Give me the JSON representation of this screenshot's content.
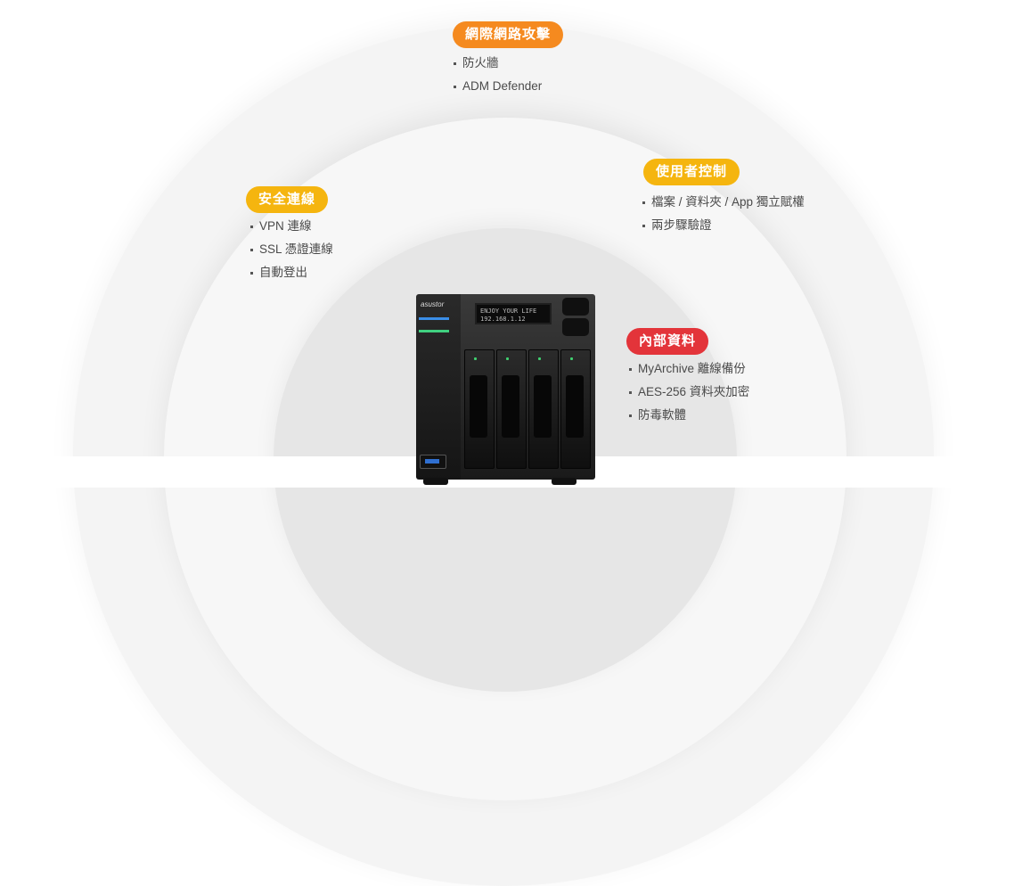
{
  "zones": {
    "network": {
      "label": "網際網路攻擊",
      "color": "#f58a1f",
      "items": [
        "防火牆",
        "ADM Defender"
      ]
    },
    "connection": {
      "label": "安全連線",
      "color": "#f5b50f",
      "items": [
        "VPN 連線",
        "SSL 憑證連線",
        "自動登出"
      ]
    },
    "user": {
      "label": "使用者控制",
      "color": "#f5b50f",
      "items": [
        "檔案 / 資料夾 / App 獨立賦權",
        "兩步驟驗證"
      ]
    },
    "internal": {
      "label": "內部資料",
      "color": "#e3343a",
      "items": [
        "MyArchive 離線備份",
        "AES-256 資料夾加密",
        "防毒軟體"
      ]
    }
  },
  "device": {
    "brand": "asustor",
    "lcd_line1": "ENJOY YOUR LIFE",
    "lcd_line2": "192.168.1.12"
  }
}
